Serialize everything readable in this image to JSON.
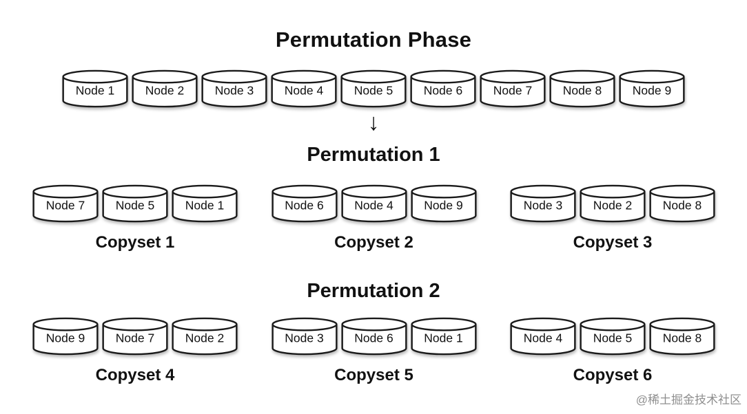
{
  "title": "Permutation Phase",
  "arrow_icon": "↓",
  "top_row": {
    "nodes": [
      "Node 1",
      "Node 2",
      "Node 3",
      "Node 4",
      "Node 5",
      "Node 6",
      "Node 7",
      "Node 8",
      "Node 9"
    ]
  },
  "permutation1": {
    "heading": "Permutation 1",
    "copysets": [
      {
        "label": "Copyset 1",
        "nodes": [
          "Node 7",
          "Node 5",
          "Node 1"
        ]
      },
      {
        "label": "Copyset 2",
        "nodes": [
          "Node 6",
          "Node 4",
          "Node 9"
        ]
      },
      {
        "label": "Copyset 3",
        "nodes": [
          "Node 3",
          "Node 2",
          "Node 8"
        ]
      }
    ]
  },
  "permutation2": {
    "heading": "Permutation 2",
    "copysets": [
      {
        "label": "Copyset 4",
        "nodes": [
          "Node 9",
          "Node 7",
          "Node 2"
        ]
      },
      {
        "label": "Copyset 5",
        "nodes": [
          "Node 3",
          "Node 6",
          "Node 1"
        ]
      },
      {
        "label": "Copyset 6",
        "nodes": [
          "Node 4",
          "Node 5",
          "Node 8"
        ]
      }
    ]
  },
  "watermark": "@稀土掘金技术社区",
  "colors": {
    "outline": "#1a1a1a",
    "fill": "#ffffff",
    "text": "#111111",
    "watermark_gray": "#8f8f8f"
  }
}
